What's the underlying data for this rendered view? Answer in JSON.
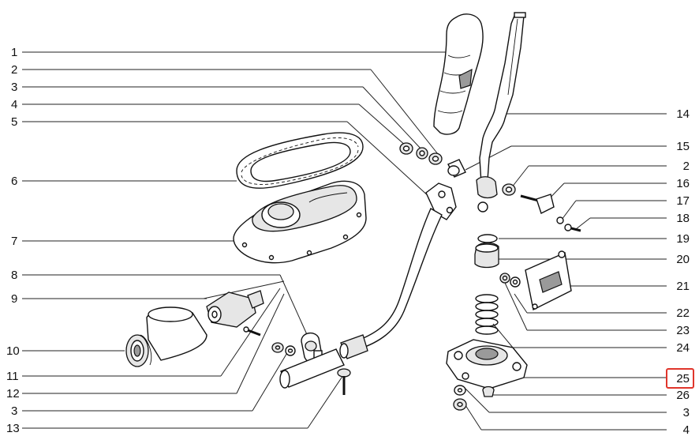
{
  "callouts_left": [
    {
      "id": "l1",
      "text": "1"
    },
    {
      "id": "l2",
      "text": "2"
    },
    {
      "id": "l3",
      "text": "3"
    },
    {
      "id": "l4",
      "text": "4"
    },
    {
      "id": "l5",
      "text": "5"
    },
    {
      "id": "l6",
      "text": "6"
    },
    {
      "id": "l7",
      "text": "7"
    },
    {
      "id": "l8",
      "text": "8"
    },
    {
      "id": "l9",
      "text": "9"
    },
    {
      "id": "l10",
      "text": "10"
    },
    {
      "id": "l11",
      "text": "11"
    },
    {
      "id": "l12",
      "text": "12"
    },
    {
      "id": "l3b",
      "text": "3"
    },
    {
      "id": "l13",
      "text": "13"
    }
  ],
  "callouts_right": [
    {
      "id": "r14",
      "text": "14"
    },
    {
      "id": "r15",
      "text": "15"
    },
    {
      "id": "r2",
      "text": "2"
    },
    {
      "id": "r16",
      "text": "16"
    },
    {
      "id": "r17",
      "text": "17"
    },
    {
      "id": "r18",
      "text": "18"
    },
    {
      "id": "r19",
      "text": "19"
    },
    {
      "id": "r20",
      "text": "20"
    },
    {
      "id": "r21",
      "text": "21"
    },
    {
      "id": "r22",
      "text": "22"
    },
    {
      "id": "r23",
      "text": "23"
    },
    {
      "id": "r24",
      "text": "24"
    },
    {
      "id": "r25",
      "text": "25"
    },
    {
      "id": "r26",
      "text": "26"
    },
    {
      "id": "r3",
      "text": "3"
    },
    {
      "id": "r4",
      "text": "4"
    }
  ],
  "highlight": {
    "callout": "25",
    "color": "#e0352b"
  }
}
